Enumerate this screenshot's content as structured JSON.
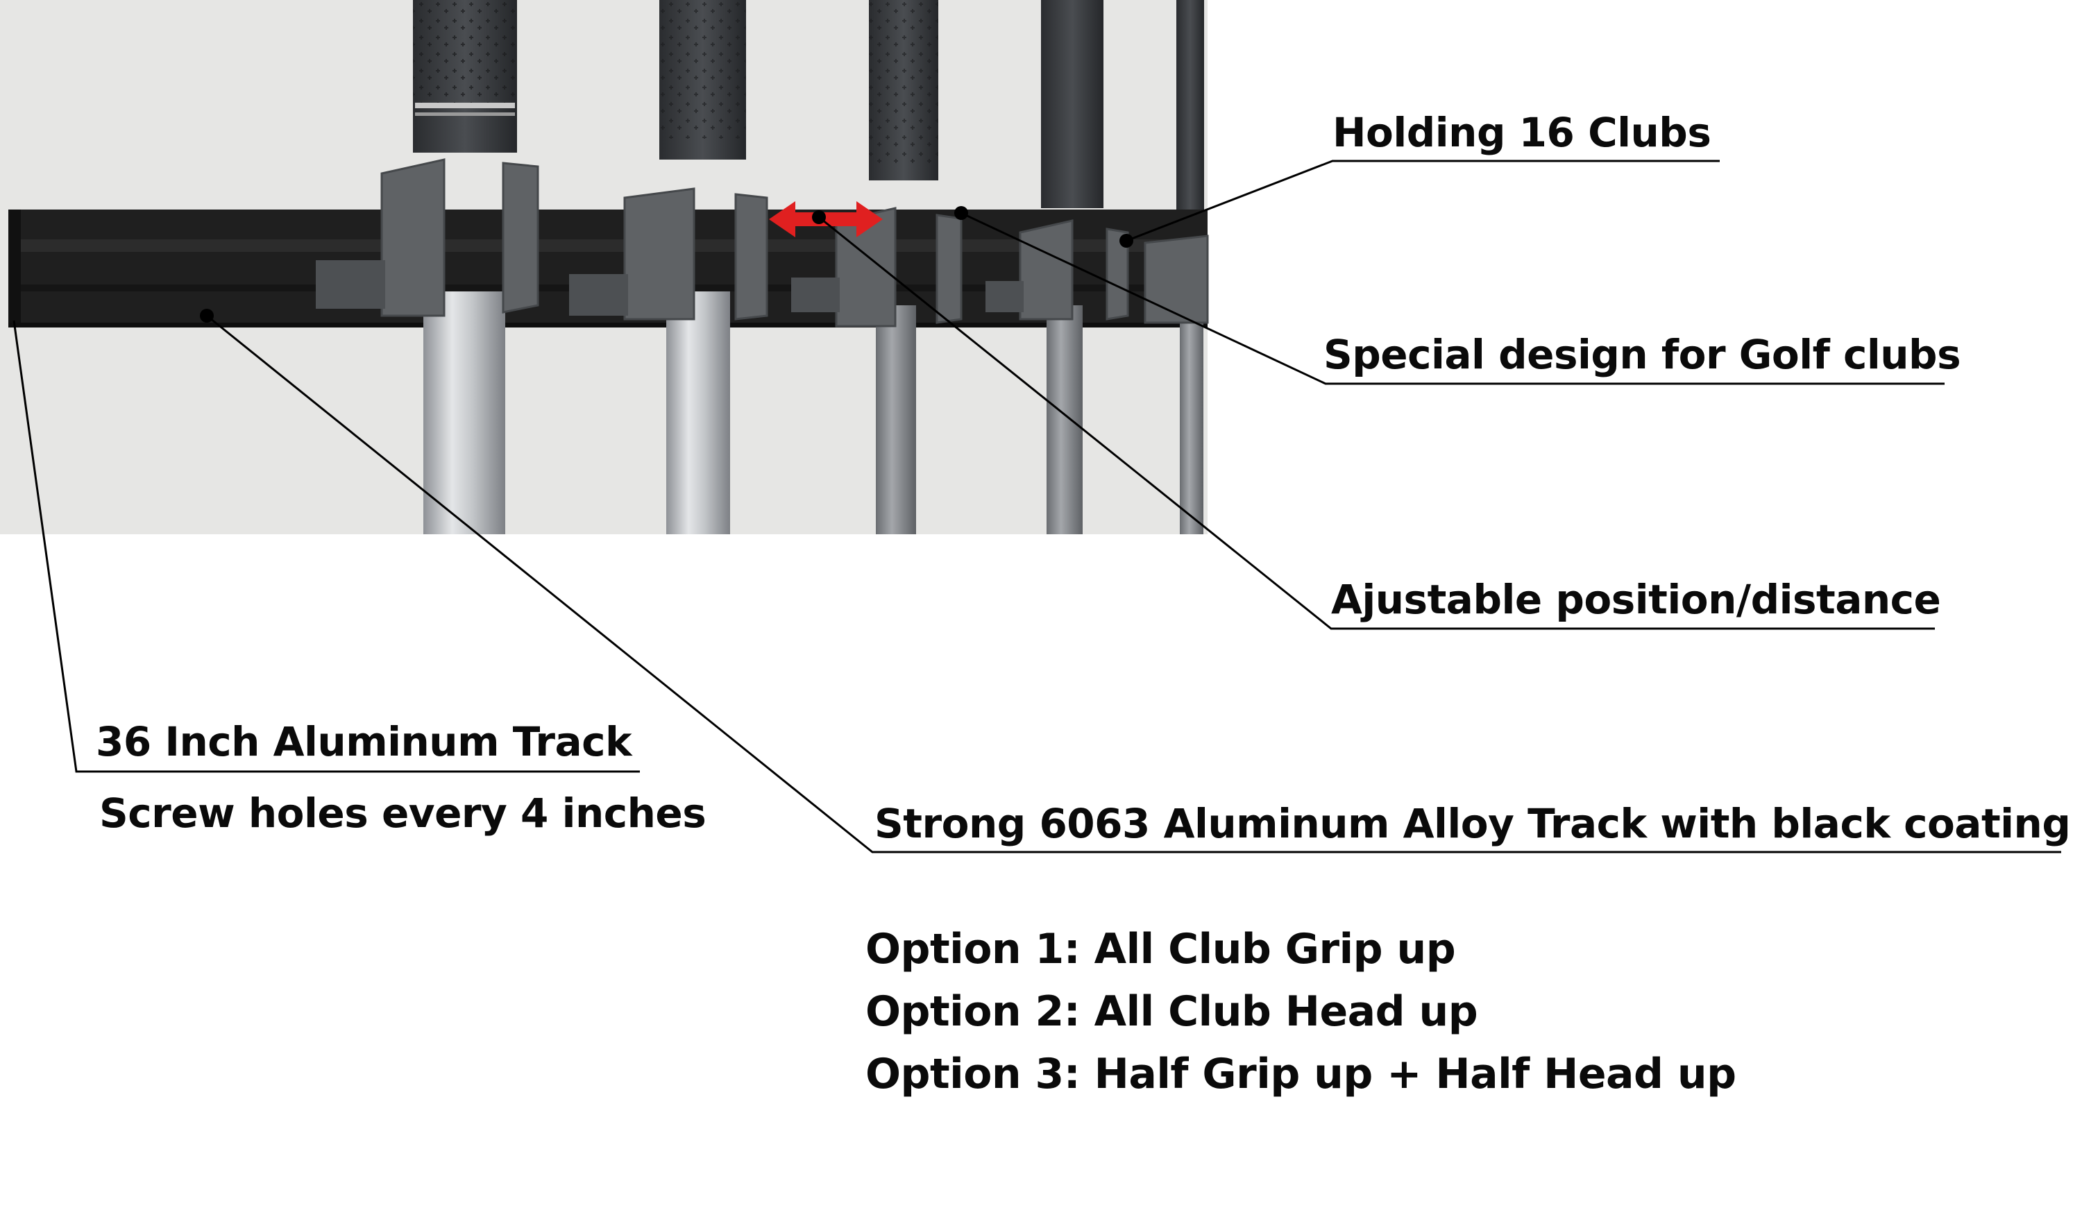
{
  "callouts": {
    "holding": "Holding 16 Clubs",
    "special_design": "Special design for Golf clubs",
    "adjustable": "Ajustable position/distance",
    "track_length": "36 Inch Aluminum Track",
    "screw_holes": "Screw holes every 4 inches",
    "alloy": "Strong 6063 Aluminum Alloy Track with black coating"
  },
  "options": [
    "Option 1: All Club Grip up",
    "Option 2: All Club Head up",
    "Option 3: Half Grip up + Half Head up"
  ],
  "colors": {
    "wall": "#e6e6e4",
    "track": "#1f1f1f",
    "holder": "#5f6265",
    "grip": "#3a3d40",
    "shaft_silver": "#c5c8cb",
    "arrow": "#e02020",
    "leader": "#000000"
  },
  "icons": [
    "double-headed-arrow-icon"
  ]
}
